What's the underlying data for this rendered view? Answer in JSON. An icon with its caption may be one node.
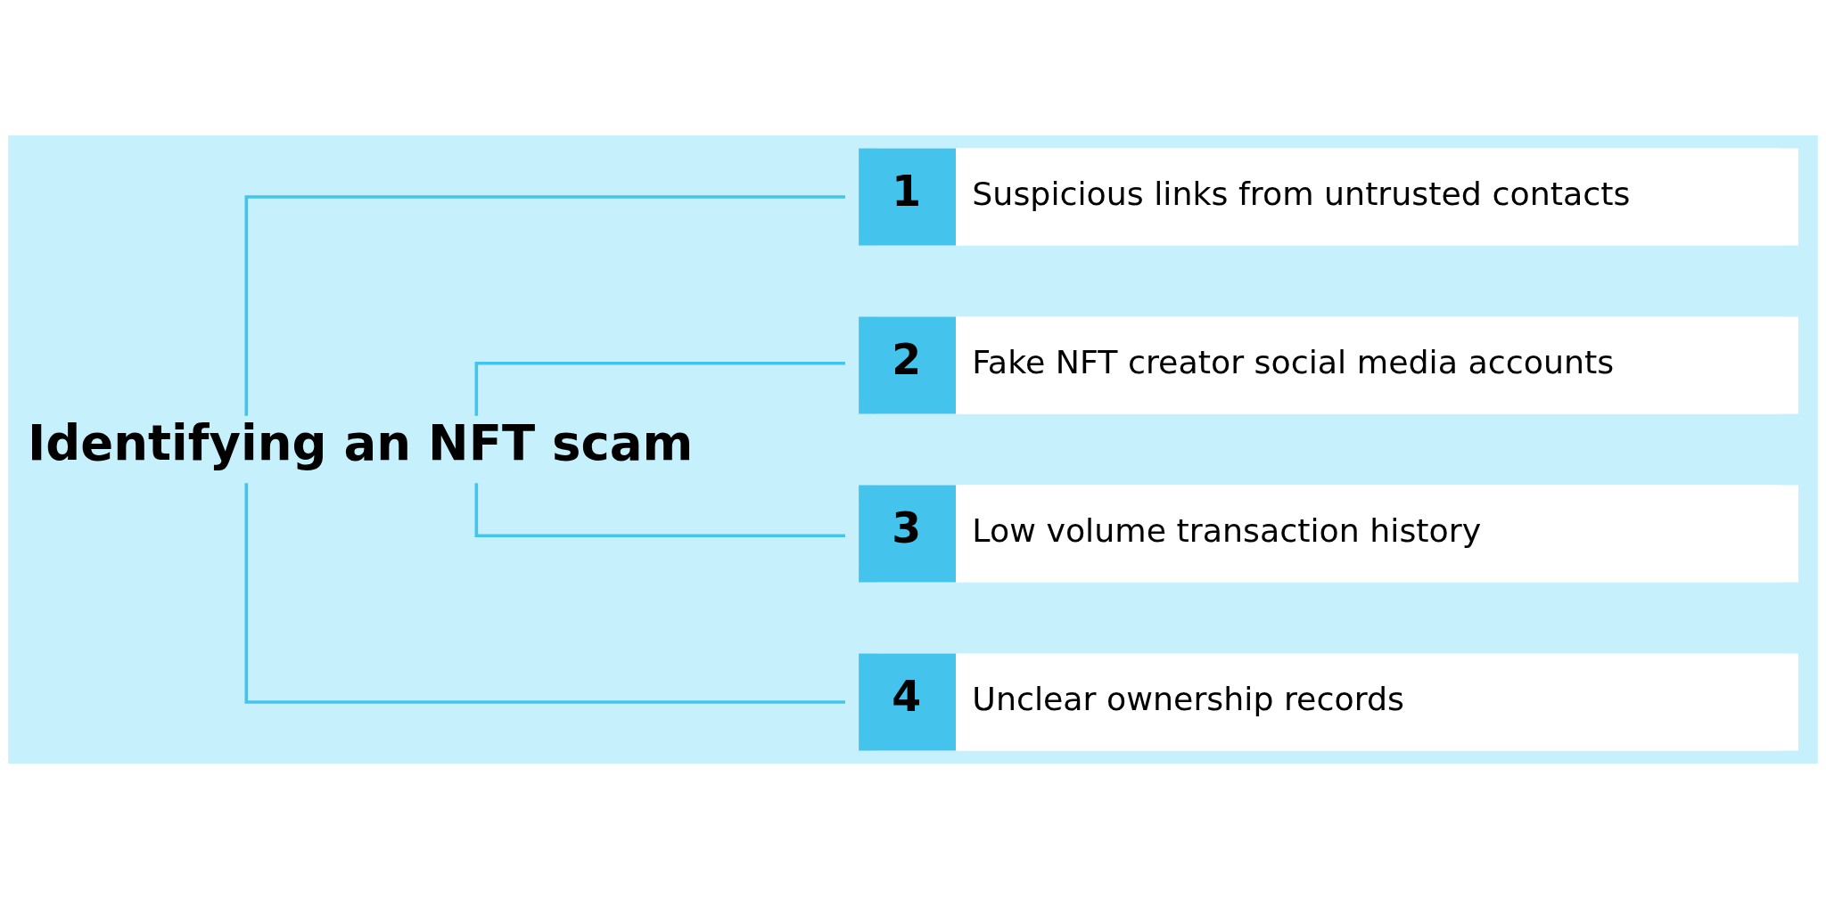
{
  "diagram": {
    "nodes": [
      {
        "text": [
          "Identifying an NFT scam"
        ]
      },
      {
        "text": [
          "1",
          "Suspicious links from untrusted contacts"
        ]
      },
      {
        "text": [
          "2",
          "Fake NFT creator social media accounts"
        ]
      },
      {
        "text": [
          "3",
          "Low volume transaction history"
        ]
      },
      {
        "text": [
          "4",
          "Unclear ownership records"
        ]
      }
    ],
    "edges": [
      {
        "from": 0,
        "to": 1,
        "arrow": "none"
      },
      {
        "from": 0,
        "to": 2,
        "arrow": "none"
      },
      {
        "from": 0,
        "to": 3,
        "arrow": "none"
      },
      {
        "from": 0,
        "to": 4,
        "arrow": "none"
      }
    ]
  }
}
